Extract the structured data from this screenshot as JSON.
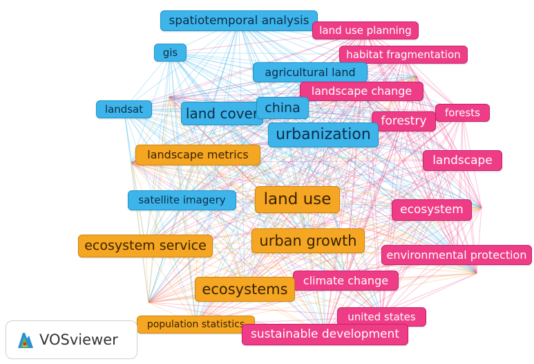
{
  "logo": {
    "text": "VOSviewer"
  },
  "colors": {
    "blue": "#3db5ea",
    "pink": "#ee3d86",
    "orange": "#f5a623"
  },
  "nodes": [
    {
      "id": "spatiotemporal-analysis",
      "label": "spatiotemporal analysis",
      "cluster": "blue"
    },
    {
      "id": "land-use-planning",
      "label": "land use planning",
      "cluster": "pink"
    },
    {
      "id": "gis",
      "label": "gis",
      "cluster": "blue"
    },
    {
      "id": "habitat-fragmentation",
      "label": "habitat fragmentation",
      "cluster": "pink"
    },
    {
      "id": "agricultural-land",
      "label": "agricultural land",
      "cluster": "blue"
    },
    {
      "id": "landscape-change",
      "label": "landscape change",
      "cluster": "pink"
    },
    {
      "id": "landsat",
      "label": "landsat",
      "cluster": "blue"
    },
    {
      "id": "land-cover",
      "label": "land cover",
      "cluster": "blue"
    },
    {
      "id": "china",
      "label": "china",
      "cluster": "blue"
    },
    {
      "id": "forests",
      "label": "forests",
      "cluster": "pink"
    },
    {
      "id": "forestry",
      "label": "forestry",
      "cluster": "pink"
    },
    {
      "id": "urbanization",
      "label": "urbanization",
      "cluster": "blue"
    },
    {
      "id": "landscape-metrics",
      "label": "landscape metrics",
      "cluster": "orange"
    },
    {
      "id": "landscape",
      "label": "landscape",
      "cluster": "pink"
    },
    {
      "id": "land-use",
      "label": "land use",
      "cluster": "orange"
    },
    {
      "id": "satellite-imagery",
      "label": "satellite imagery",
      "cluster": "blue"
    },
    {
      "id": "ecosystem",
      "label": "ecosystem",
      "cluster": "pink"
    },
    {
      "id": "urban-growth",
      "label": "urban growth",
      "cluster": "orange"
    },
    {
      "id": "ecosystem-service",
      "label": "ecosystem service",
      "cluster": "orange"
    },
    {
      "id": "environmental-protection",
      "label": "environmental protection",
      "cluster": "pink"
    },
    {
      "id": "climate-change",
      "label": "climate change",
      "cluster": "pink"
    },
    {
      "id": "ecosystems",
      "label": "ecosystems",
      "cluster": "orange"
    },
    {
      "id": "united-states",
      "label": "united states",
      "cluster": "pink"
    },
    {
      "id": "population-statistics",
      "label": "population statistics",
      "cluster": "orange"
    },
    {
      "id": "sustainable-development",
      "label": "sustainable development",
      "cluster": "pink"
    }
  ]
}
